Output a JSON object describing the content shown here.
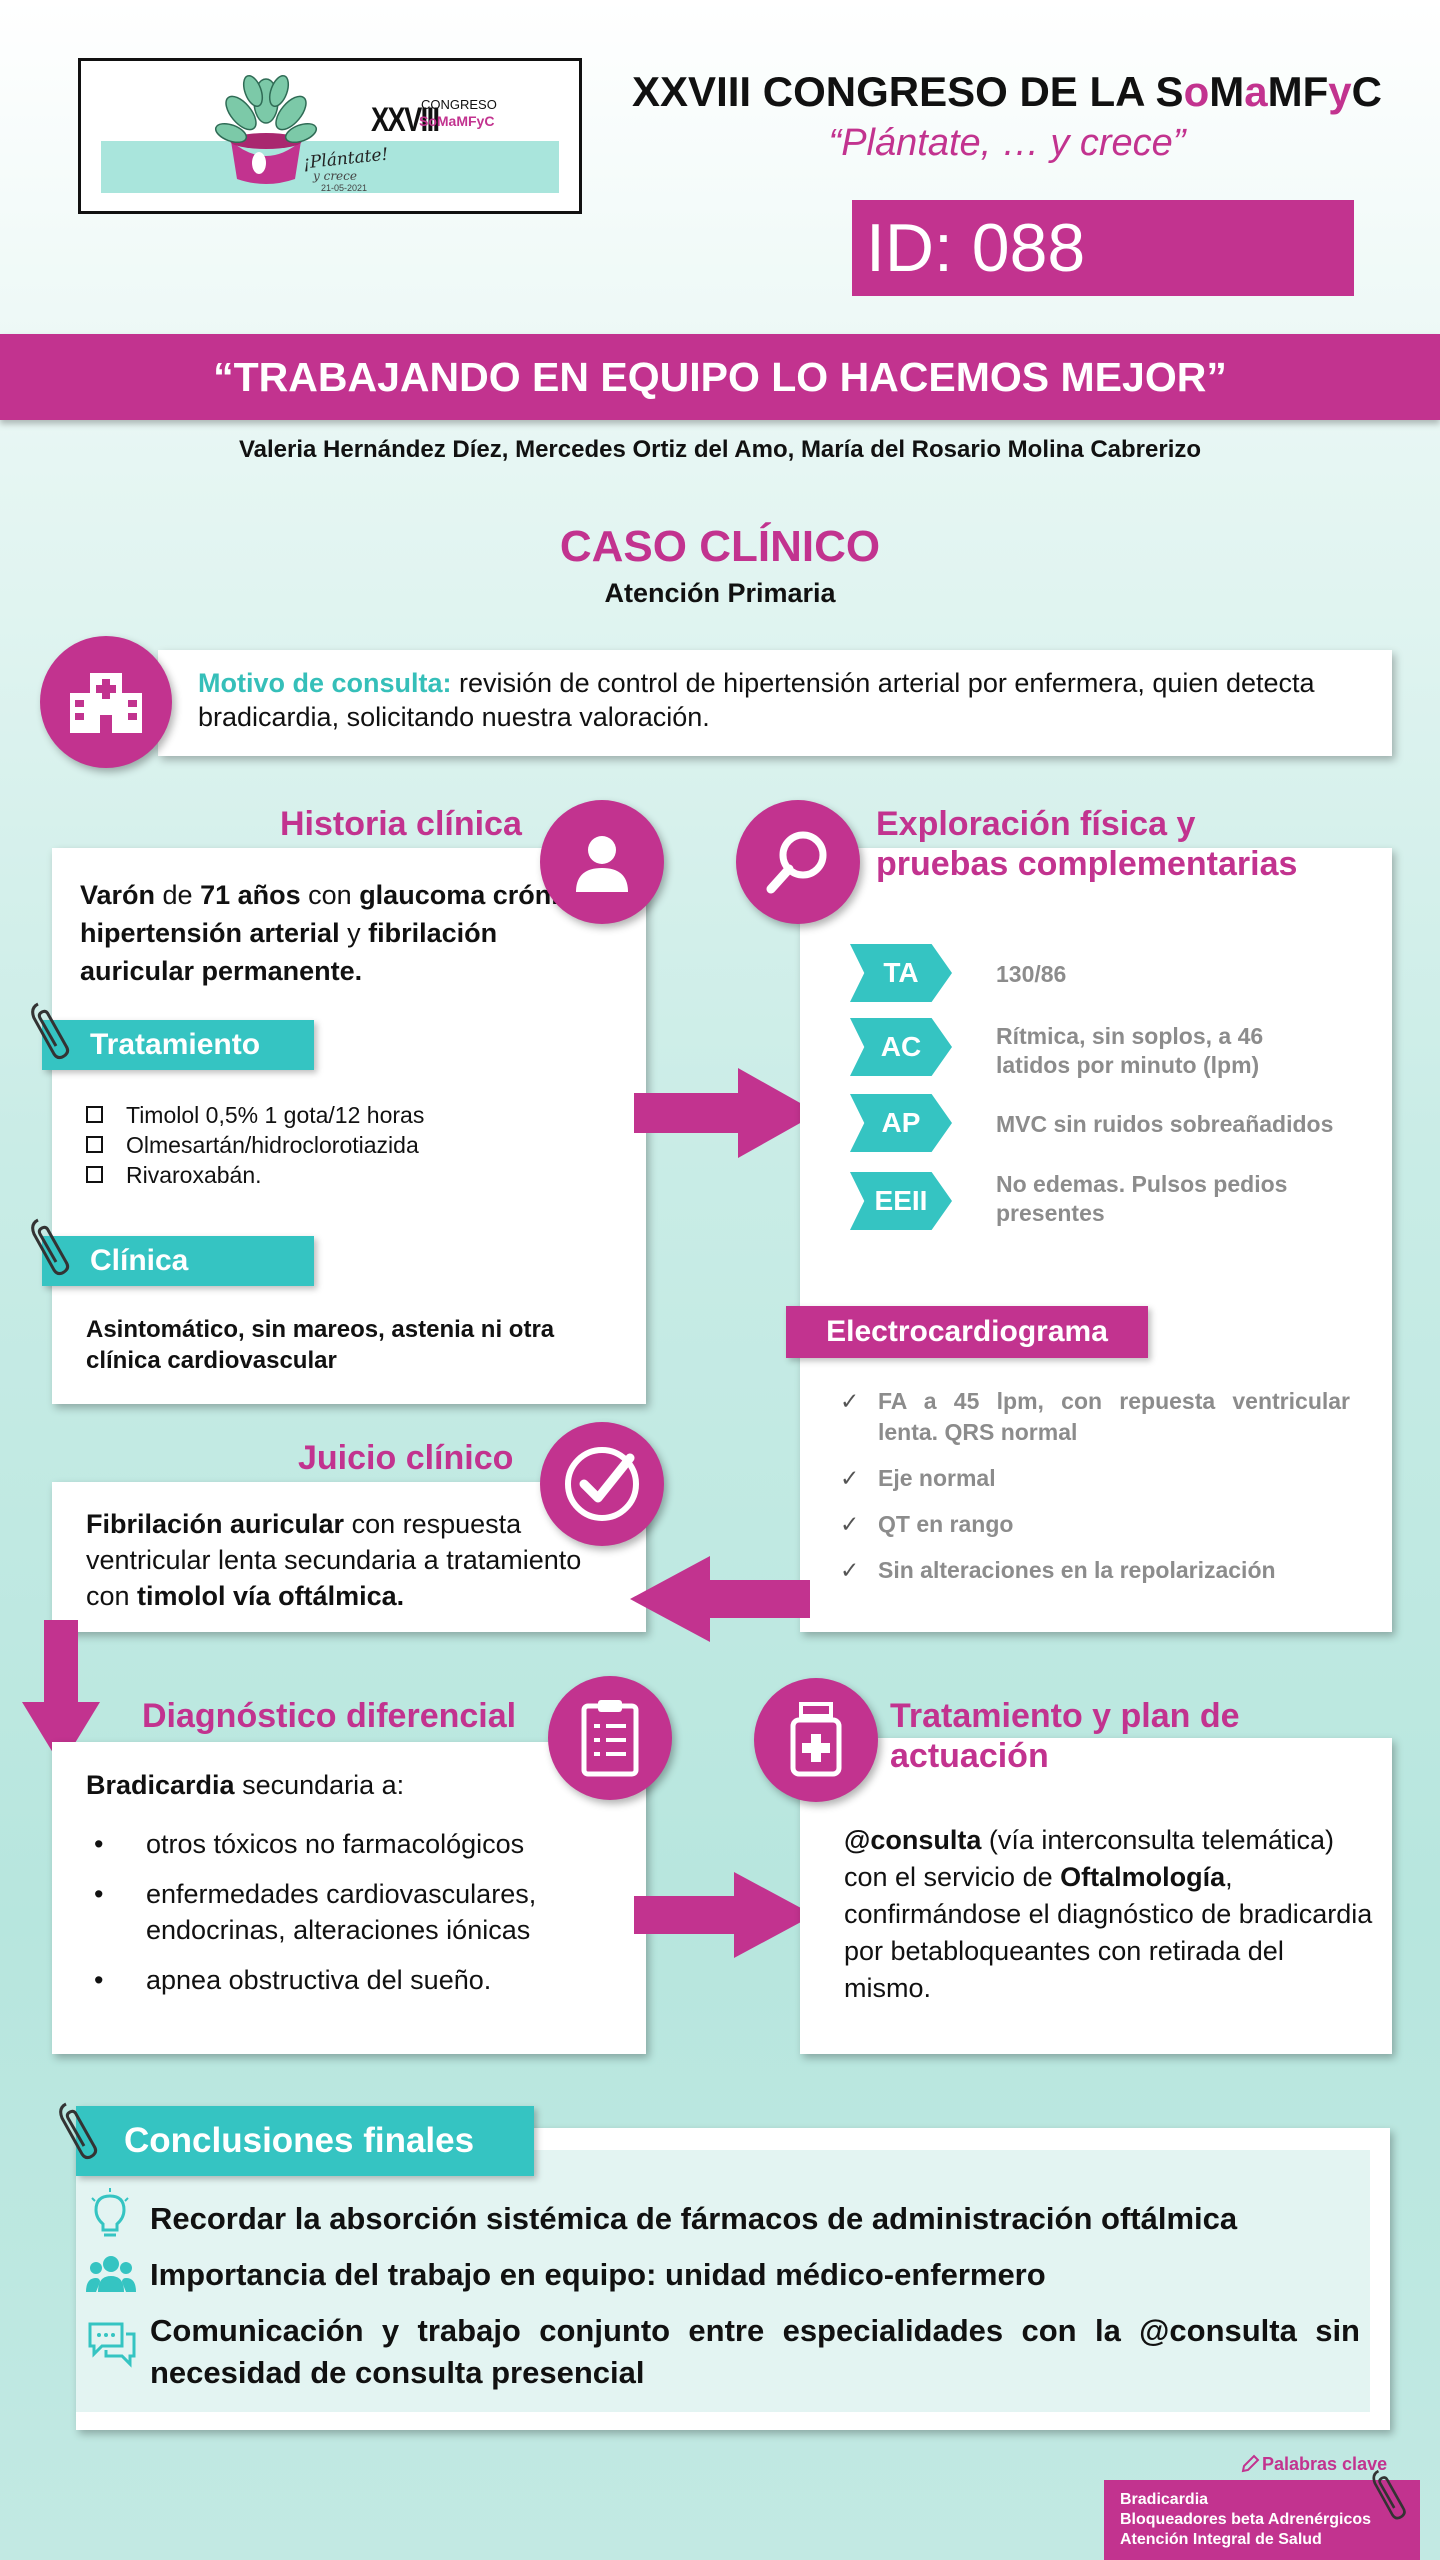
{
  "logo": {
    "numeral": "XXVIII",
    "congreso": "CONGRESO",
    "org": "SoMaMFyC",
    "slogan": "¡Plántate!",
    "slogan2": "y crece",
    "date": "21-05-2021"
  },
  "header": {
    "title_parts": [
      "XXVIII CONGRESO DE LA S",
      "o",
      "M",
      "a",
      "MF",
      "y",
      "C"
    ],
    "subtitle": "“Plántate, … y crece”",
    "id_label": "ID: 088",
    "colors": {
      "magenta": "#c2338f",
      "teal": "#35c4c2"
    }
  },
  "poster": {
    "title": "“TRABAJANDO EN EQUIPO LO HACEMOS MEJOR”",
    "authors": "Valeria Hernández Díez, Mercedes Ortiz del Amo, María del Rosario Molina Cabrerizo",
    "case_title": "CASO CLÍNICO",
    "case_subtitle": "Atención Primaria"
  },
  "motivo": {
    "label": "Motivo de consulta:",
    "text": " revisión de control de hipertensión arterial por enfermera, quien detecta bradicardia, solicitando nuestra valoración.",
    "icon": "hospital-icon"
  },
  "historia": {
    "title": "Historia clínica",
    "icon": "user-icon",
    "parts": [
      "Varón",
      " de ",
      "71 años",
      " con ",
      "glaucoma crónico, hipertensión arterial",
      "  y ",
      "fibrilación auricular permanente."
    ],
    "tratamiento_label": "Tratamiento",
    "tratamiento_items": [
      "Timolol 0,5% 1 gota/12 horas",
      "Olmesartán/hidroclorotiazida",
      "Rivaroxabán."
    ],
    "clinica_label": "Clínica",
    "clinica_text": "Asintomático, sin mareos, astenia ni otra clínica cardiovascular"
  },
  "exploracion": {
    "title_line1": "Exploración física y",
    "title_line2": "pruebas complementarias",
    "icon": "search-icon",
    "vitals": [
      {
        "tag": "TA",
        "value": "130/86"
      },
      {
        "tag": "AC",
        "value": "Rítmica, sin soplos, a 46 latidos por minuto (lpm)"
      },
      {
        "tag": "AP",
        "value": "MVC sin ruidos sobreañadidos"
      },
      {
        "tag": "EEII",
        "value": "No edemas. Pulsos pedios presentes"
      }
    ],
    "ecg_label": "Electrocardiograma",
    "ecg_items": [
      "FA a 45 lpm, con repuesta ventricular lenta. QRS normal",
      "Eje normal",
      "QT en rango",
      "Sin alteraciones en la repolarización"
    ]
  },
  "juicio": {
    "title": "Juicio clínico",
    "icon": "check-circle-icon",
    "parts": [
      "Fibrilación auricular",
      " con respuesta ventricular lenta secundaria a tratamiento con ",
      "timolol vía oftálmica."
    ]
  },
  "diferencial": {
    "title": "Diagnóstico diferencial",
    "icon": "clipboard-icon",
    "lead_bold": "Bradicardia",
    "lead_rest": " secundaria a:",
    "items": [
      "otros tóxicos no farmacológicos",
      "enfermedades cardiovasculares, endocrinas, alteraciones iónicas",
      "apnea obstructiva del sueño."
    ]
  },
  "plan": {
    "title_line1": "Tratamiento y plan de",
    "title_line2": "actuación",
    "icon": "medicine-bottle-icon",
    "parts": [
      "@consulta",
      " (vía interconsulta telemática) con el servicio de ",
      "Oftalmología",
      ", confirmándose el diagnóstico de bradicardia por betabloqueantes con retirada del mismo."
    ]
  },
  "conclusiones": {
    "label": "Conclusiones finales",
    "items": [
      {
        "icon": "lightbulb-icon",
        "text": "Recordar la absorción sistémica de fármacos de administración oftálmica"
      },
      {
        "icon": "team-icon",
        "text": "Importancia del trabajo en equipo: unidad médico-enfermero"
      },
      {
        "icon": "chat-icon",
        "text": "Comunicación y trabajo conjunto entre especialidades con la @consulta sin necesidad de consulta presencial"
      }
    ]
  },
  "keywords": {
    "label": "Palabras clave",
    "items": [
      "Bradicardia",
      "Bloqueadores beta Adrenérgicos",
      "Atención Integral de Salud"
    ]
  }
}
